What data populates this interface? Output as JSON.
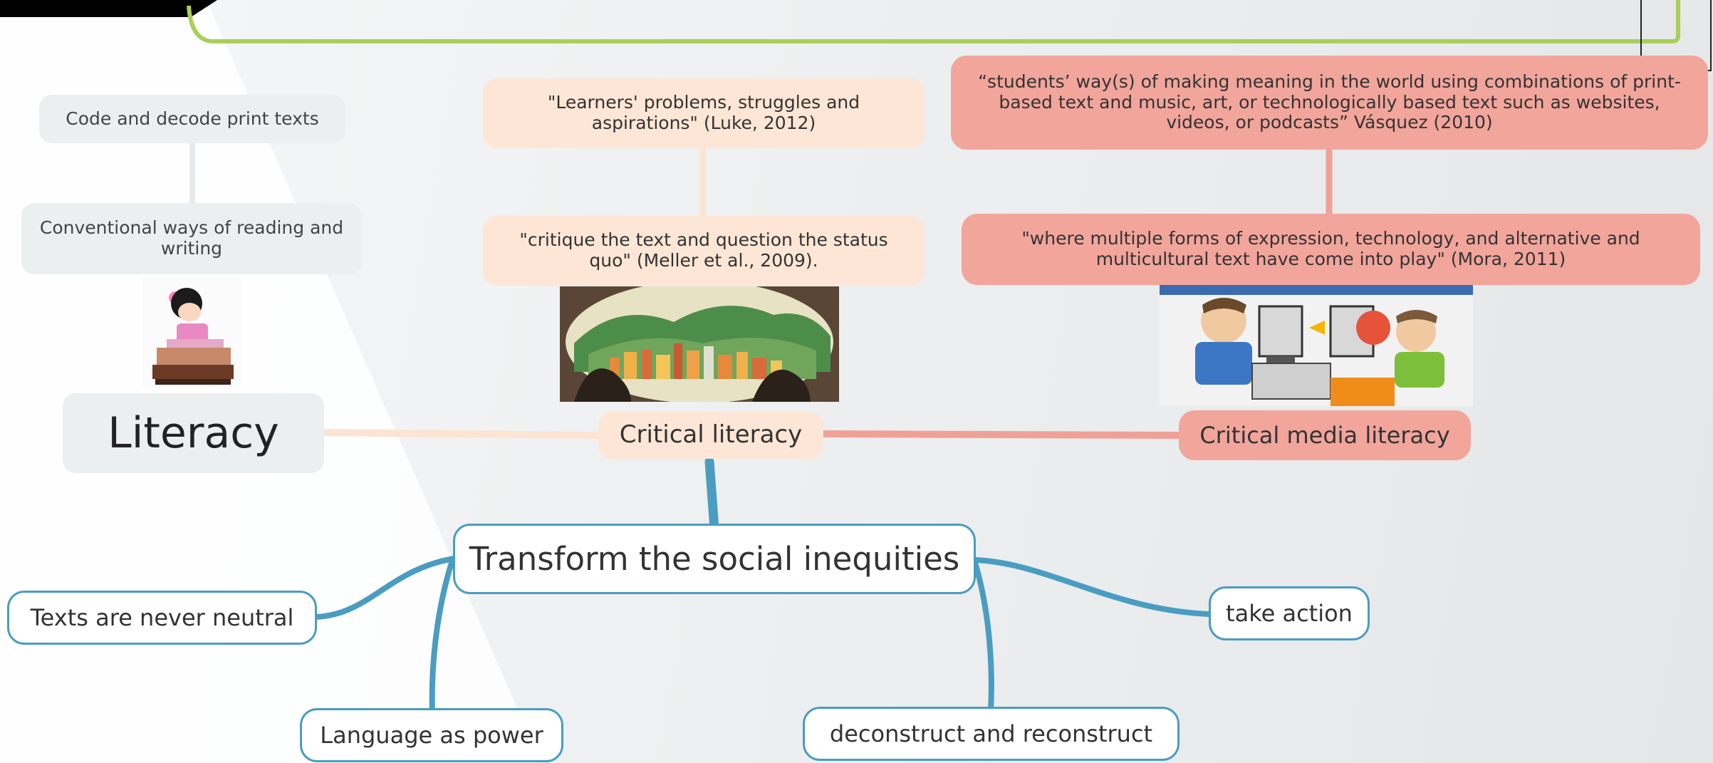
{
  "nodes": {
    "code_decode": "Code and decode print texts",
    "conventional": "Conventional ways of reading and writing",
    "literacy": "Literacy",
    "learners": "\"Learners' problems, struggles and aspirations\" (Luke, 2012)",
    "critique": "\"critique the text and question the status quo\" (Meller et al., 2009).",
    "critical_literacy": "Critical literacy",
    "students_way": "“students’ way(s) of making meaning in the world using combinations of print-based text and music, art, or technologically based text such as websites, videos, or podcasts” Vásquez (2010)",
    "multiple_forms": "\"where multiple forms of expression, technology, and alternative and multicultural text have come into play\" (Mora, 2011)",
    "critical_media": "Critical media literacy",
    "transform": "Transform the social inequities",
    "texts_neutral": "Texts are never neutral",
    "take_action": "take action",
    "language_power": "Language as power",
    "deconstruct": "deconstruct and reconstruct"
  },
  "colors": {
    "outline_blue": "#4a9dc1",
    "peach": "#fde6d6",
    "salmon": "#f2a59b",
    "grey_node": "#eceff0",
    "green_accent": "#a9cf5a"
  },
  "images": {
    "girl_desk": "girl-reading-at-desk-drawing",
    "city_window": "city-through-window-drawing",
    "computers": "people-at-computers-drawing"
  }
}
